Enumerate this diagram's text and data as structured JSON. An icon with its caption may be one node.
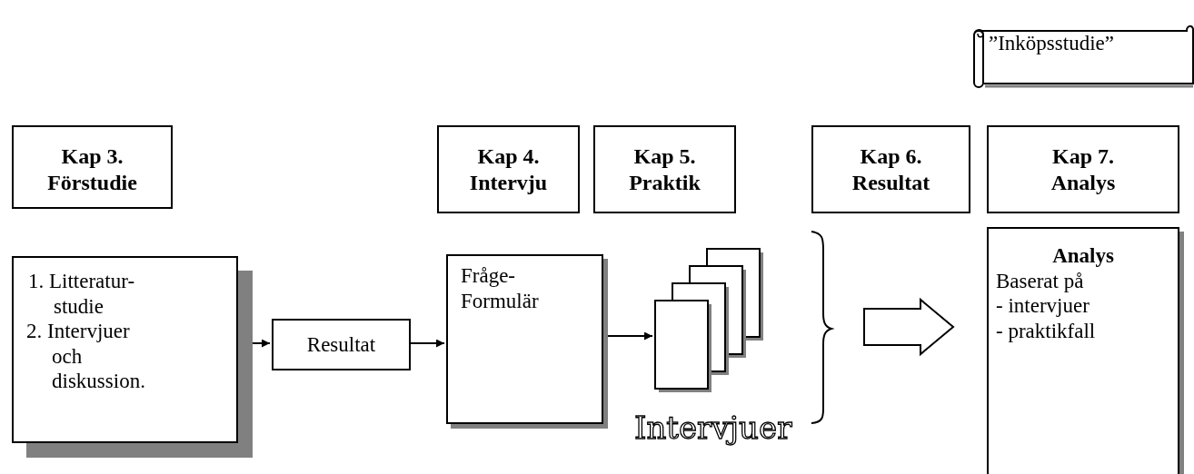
{
  "diagram": {
    "nodes": [
      {
        "text": [
          "”Inköpsstudie”"
        ]
      },
      {
        "text": [
          "Kap 3. Förstudie"
        ]
      },
      {
        "text": [
          "Kap 4. Intervju"
        ]
      },
      {
        "text": [
          "Kap 5. Praktik"
        ]
      },
      {
        "text": [
          "Kap 6. Resultat"
        ]
      },
      {
        "text": [
          "Kap 7. Analys"
        ]
      },
      {
        "text": [
          "1. Litteratur- studie",
          "2. Intervjuer och diskussion."
        ]
      },
      {
        "text": [
          "Resultat"
        ]
      },
      {
        "text": [
          "Fråge- Formulär"
        ]
      },
      {
        "text": [],
        "shape": "picture",
        "beside": [
          "Intervjuer"
        ]
      },
      {
        "text": [
          "Analys",
          "Baserat på",
          "- intervjuer",
          "- praktikfall"
        ]
      }
    ],
    "edges": [
      {
        "from": 6,
        "to": 7,
        "arrow": "to"
      },
      {
        "from": 7,
        "to": 8,
        "arrow": "to"
      },
      {
        "from": 8,
        "to": 9,
        "arrow": "to"
      },
      {
        "from": null,
        "to": 10,
        "arrow": "to",
        "style": "thick"
      }
    ]
  }
}
